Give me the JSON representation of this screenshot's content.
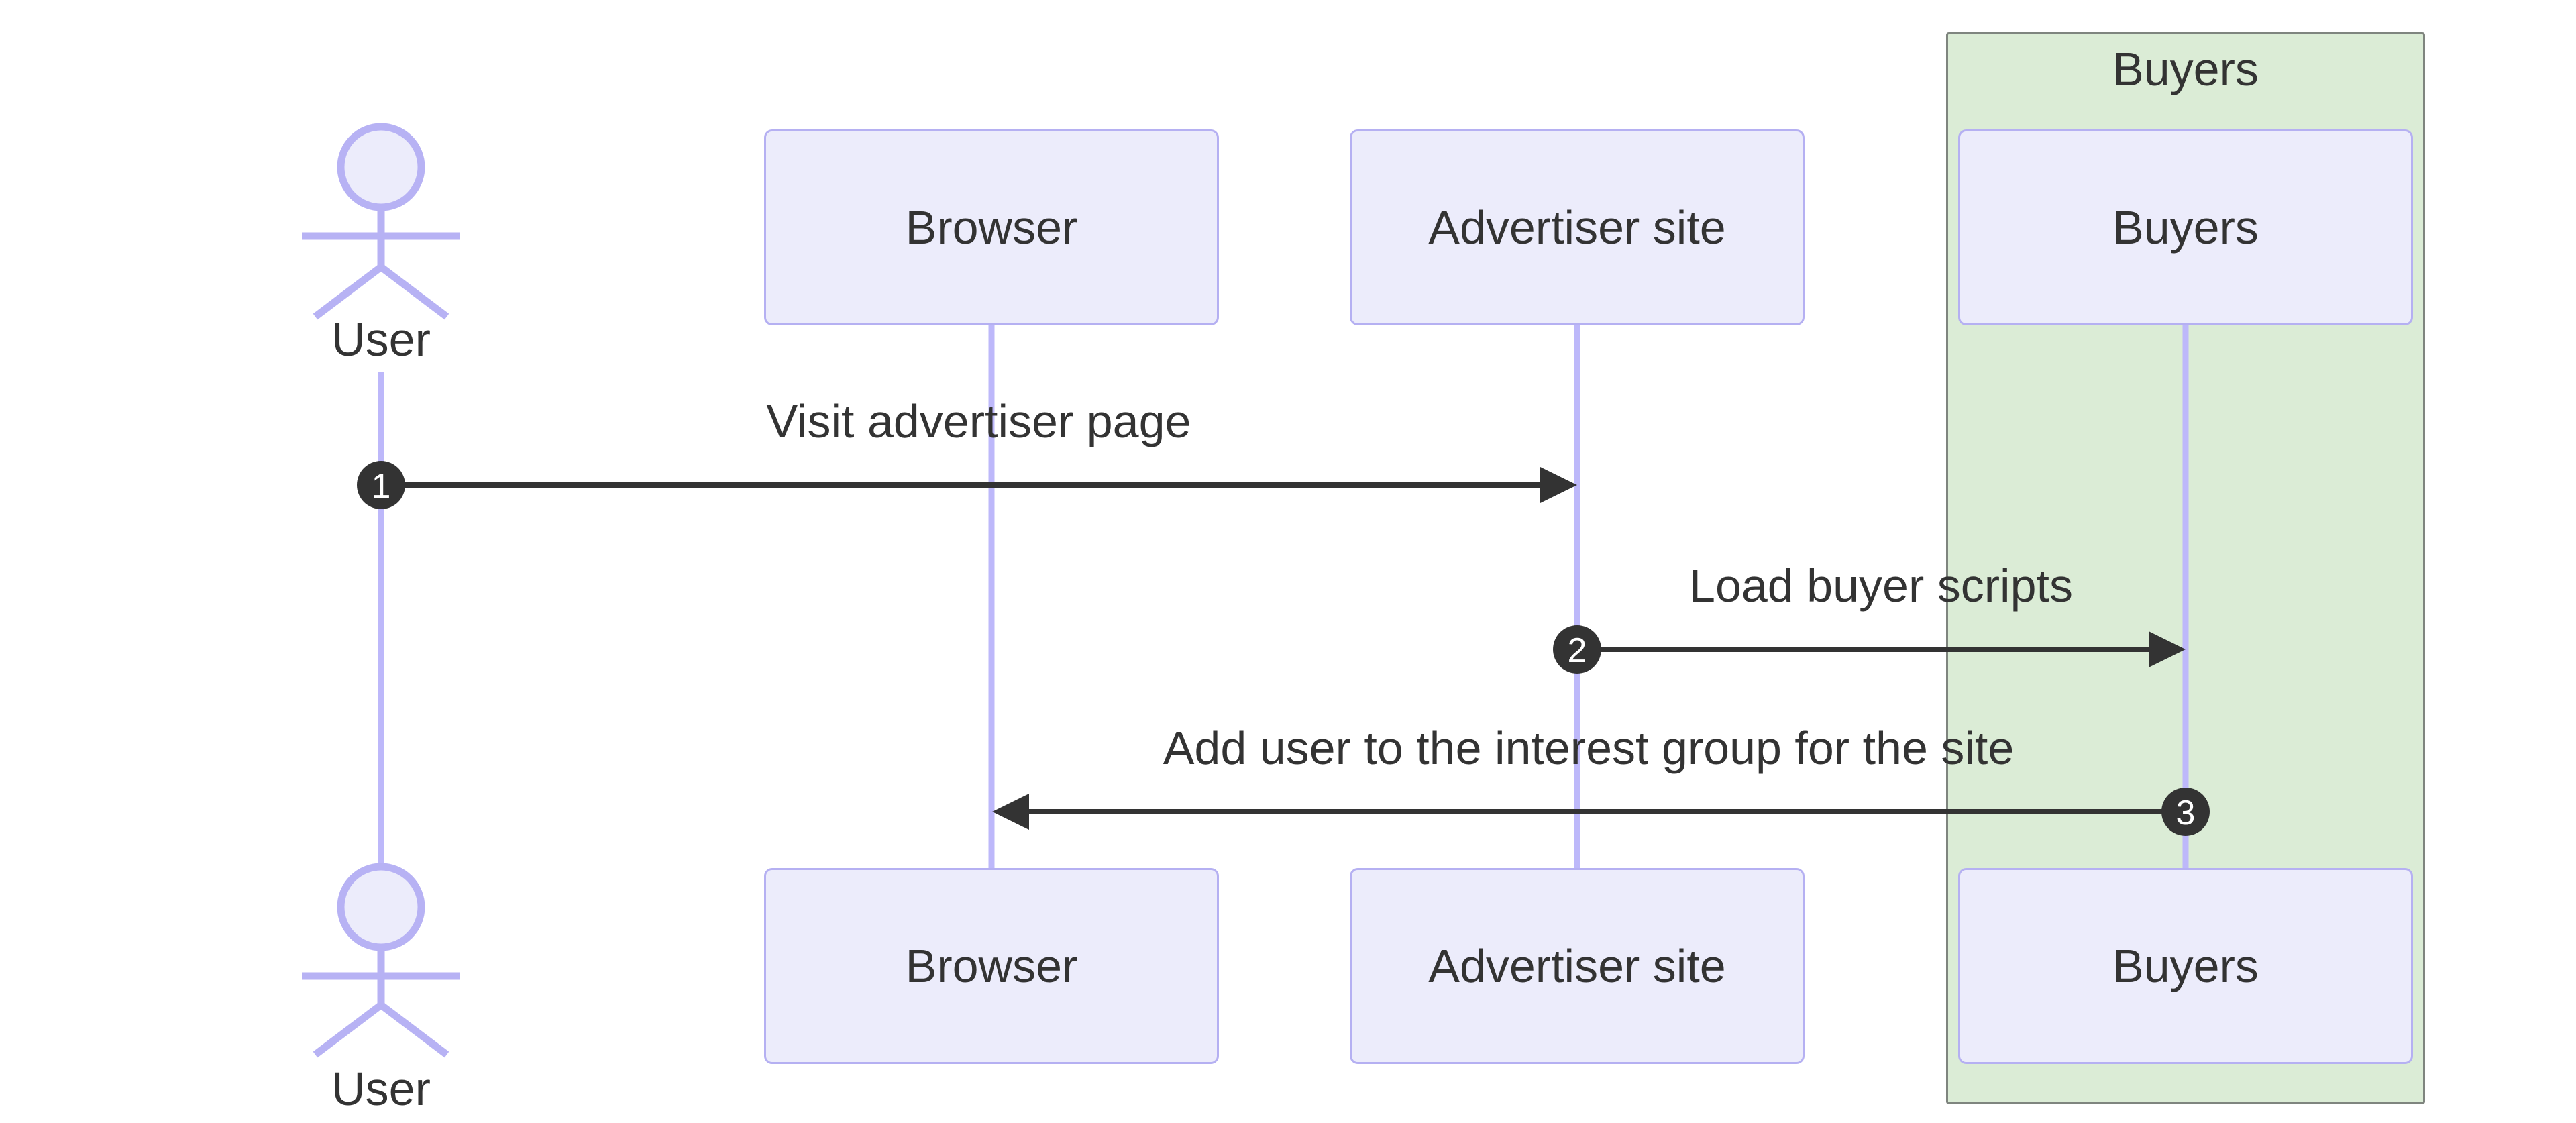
{
  "diagram_type": "sequence-diagram",
  "group": {
    "label": "Buyers"
  },
  "actors": {
    "user": {
      "label": "User",
      "type": "actor"
    },
    "browser": {
      "label": "Browser",
      "type": "participant"
    },
    "advertiser": {
      "label": "Advertiser site",
      "type": "participant"
    },
    "buyers": {
      "label": "Buyers",
      "type": "participant"
    }
  },
  "messages": [
    {
      "num": "1",
      "text": "Visit advertiser page",
      "from": "User",
      "to": "Advertiser site"
    },
    {
      "num": "2",
      "text": "Load buyer scripts",
      "from": "Advertiser site",
      "to": "Buyers"
    },
    {
      "num": "3",
      "text": "Add user to the interest group for the site",
      "from": "Buyers",
      "to": "Browser"
    }
  ],
  "colors": {
    "participant_fill": "#ececfb",
    "participant_border": "#b5b0f2",
    "lifeline": "#bdb8fa",
    "actor_stroke": "#b7b2f4",
    "group_fill": "#dbecd6",
    "group_border": "#7f857f",
    "message_line": "#333333",
    "text": "#333333",
    "badge_fill": "#333333",
    "badge_text": "#ffffff"
  }
}
